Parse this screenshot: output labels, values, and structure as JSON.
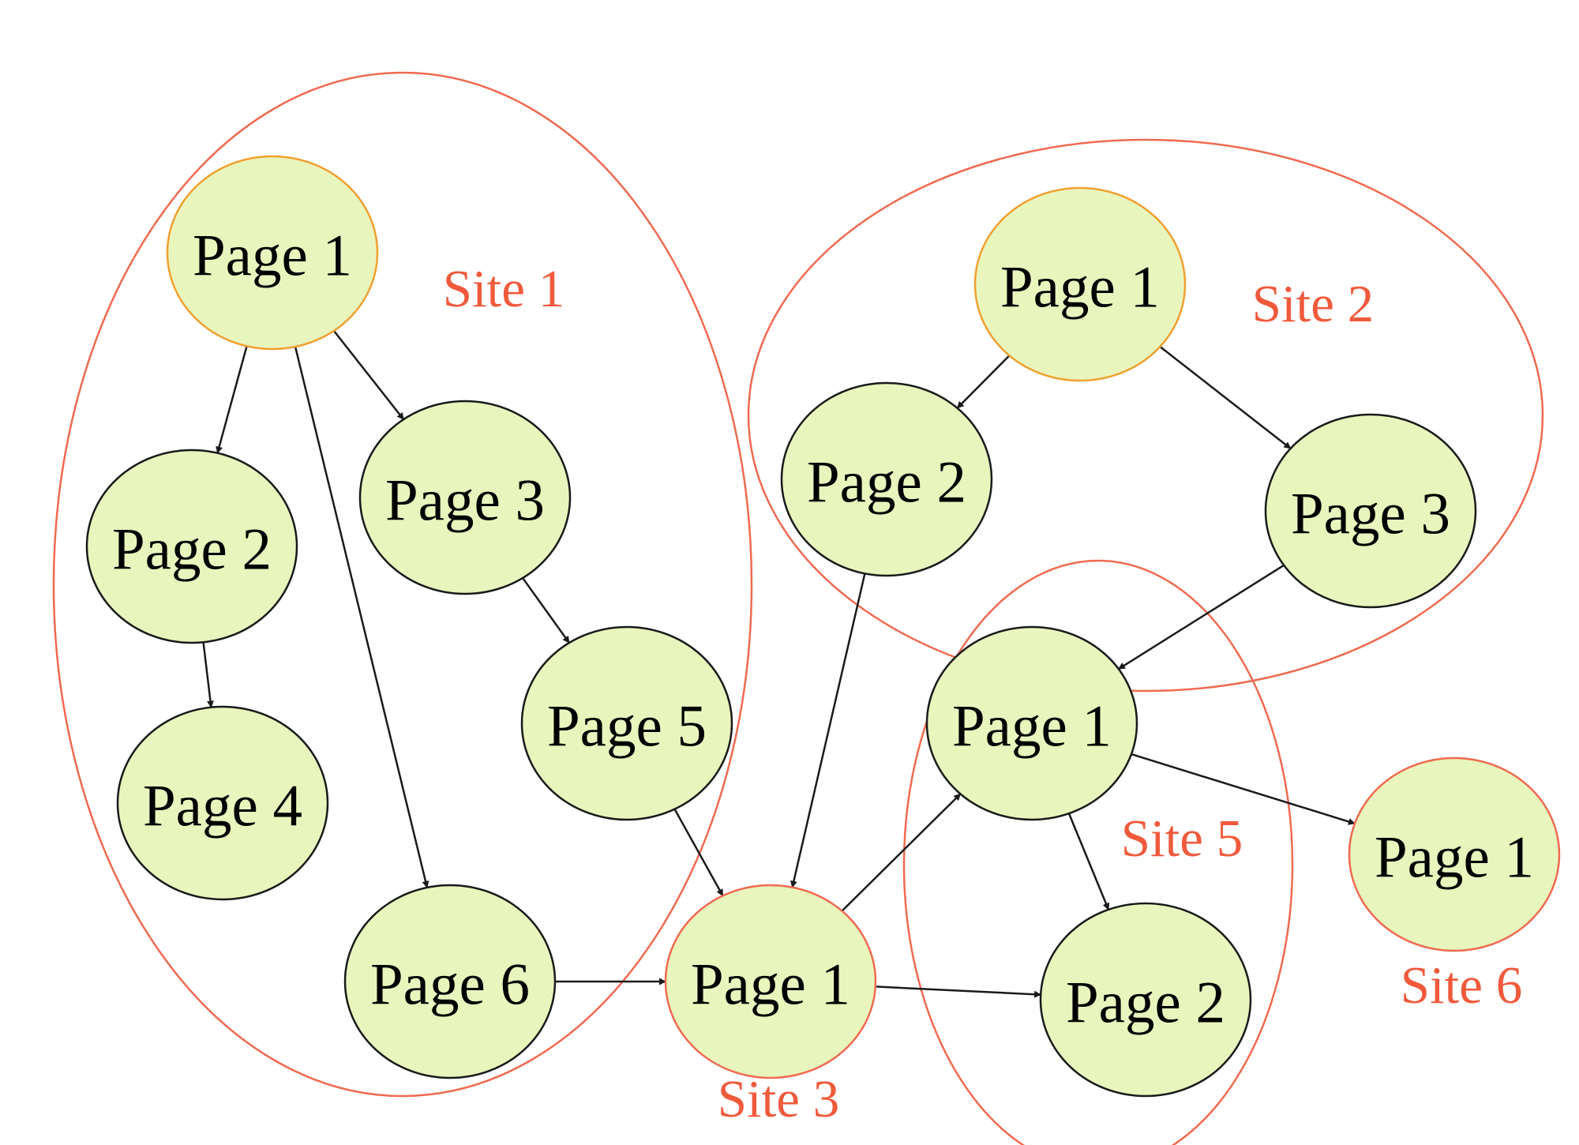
{
  "colors": {
    "node_fill": "#e8f5bd",
    "node_stroke": "#1a1a1a",
    "home_stroke": "#f0a030",
    "site_stroke": "#f06a50",
    "site_text": "#f05a3c",
    "edge": "#1a1a1a",
    "text": "#000000"
  },
  "sites": [
    {
      "id": "site1",
      "label": "Site 1"
    },
    {
      "id": "site2",
      "label": "Site 2"
    },
    {
      "id": "site3",
      "label": "Site 3"
    },
    {
      "id": "site5",
      "label": "Site 5"
    },
    {
      "id": "site6",
      "label": "Site 6"
    }
  ],
  "nodes": [
    {
      "id": "s1p1",
      "label": "Page 1",
      "site": "site1",
      "outline": "home"
    },
    {
      "id": "s1p2",
      "label": "Page 2",
      "site": "site1",
      "outline": "plain"
    },
    {
      "id": "s1p3",
      "label": "Page 3",
      "site": "site1",
      "outline": "plain"
    },
    {
      "id": "s1p4",
      "label": "Page 4",
      "site": "site1",
      "outline": "plain"
    },
    {
      "id": "s1p5",
      "label": "Page 5",
      "site": "site1",
      "outline": "plain"
    },
    {
      "id": "s1p6",
      "label": "Page 6",
      "site": "site1",
      "outline": "plain"
    },
    {
      "id": "s2p1",
      "label": "Page 1",
      "site": "site2",
      "outline": "home"
    },
    {
      "id": "s2p2",
      "label": "Page 2",
      "site": "site2",
      "outline": "plain"
    },
    {
      "id": "s2p3",
      "label": "Page 3",
      "site": "site2",
      "outline": "plain"
    },
    {
      "id": "s3p1",
      "label": "Page 1",
      "site": "site3",
      "outline": "site"
    },
    {
      "id": "s5p1",
      "label": "Page 1",
      "site": "site5",
      "outline": "plain"
    },
    {
      "id": "s5p2",
      "label": "Page 2",
      "site": "site5",
      "outline": "plain"
    },
    {
      "id": "s6p1",
      "label": "Page 1",
      "site": "site6",
      "outline": "site"
    }
  ],
  "edges": [
    {
      "from": "s1p1",
      "to": "s1p2"
    },
    {
      "from": "s1p1",
      "to": "s1p3"
    },
    {
      "from": "s1p1",
      "to": "s1p6"
    },
    {
      "from": "s1p2",
      "to": "s1p4"
    },
    {
      "from": "s1p3",
      "to": "s1p5"
    },
    {
      "from": "s1p5",
      "to": "s3p1"
    },
    {
      "from": "s1p6",
      "to": "s3p1"
    },
    {
      "from": "s2p1",
      "to": "s2p2"
    },
    {
      "from": "s2p1",
      "to": "s2p3"
    },
    {
      "from": "s2p2",
      "to": "s3p1"
    },
    {
      "from": "s2p3",
      "to": "s5p1"
    },
    {
      "from": "s3p1",
      "to": "s5p1"
    },
    {
      "from": "s3p1",
      "to": "s5p2"
    },
    {
      "from": "s5p1",
      "to": "s5p2"
    },
    {
      "from": "s5p1",
      "to": "s6p1"
    }
  ]
}
